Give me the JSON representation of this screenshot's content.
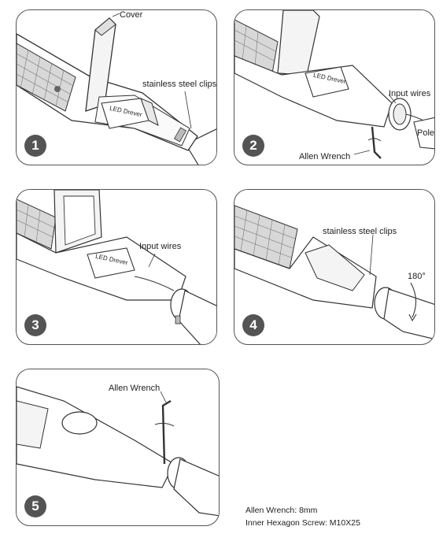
{
  "steps": [
    {
      "number": "1",
      "labels": {
        "cover": "Cover",
        "clips": "stainless steel clips",
        "driver": "LED Drever"
      }
    },
    {
      "number": "2",
      "labels": {
        "input_wires": "Input wires",
        "pole": "Pole",
        "wrench": "Allen Wrench",
        "driver": "LED Drever"
      }
    },
    {
      "number": "3",
      "labels": {
        "input_wires": "Input wires",
        "driver": "LED Drever"
      }
    },
    {
      "number": "4",
      "labels": {
        "clips": "stainless steel clips",
        "rotation": "180°"
      }
    },
    {
      "number": "5",
      "labels": {
        "wrench": "Allen Wrench"
      }
    }
  ],
  "notes": {
    "wrench_size": "Allen Wrench: 8mm",
    "screw": "Inner Hexagon Screw: M10X25"
  },
  "colors": {
    "badge": "#545454",
    "line": "#333333",
    "panel_border": "#555555"
  }
}
